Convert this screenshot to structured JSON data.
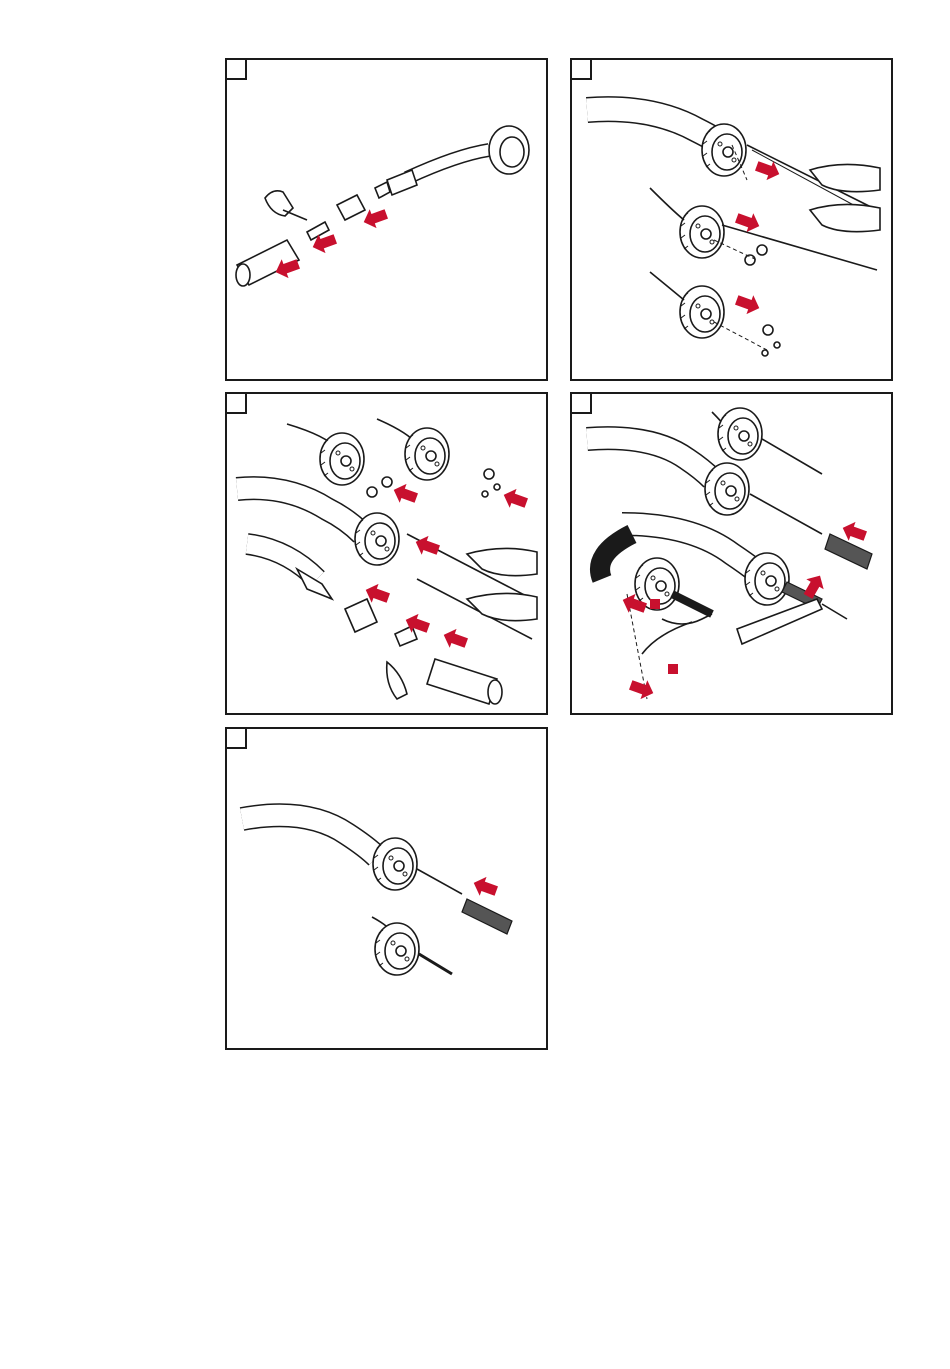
{
  "page": {
    "background": "#ffffff"
  },
  "accent_color": "#c8102e",
  "steps": [
    {
      "id": "p1",
      "label": ""
    },
    {
      "id": "p2",
      "label": ""
    },
    {
      "id": "p3",
      "label": ""
    },
    {
      "id": "p4",
      "label": ""
    },
    {
      "id": "p5",
      "label": ""
    }
  ],
  "icons": [
    "torch-neck-icon",
    "gas-nozzle-icon",
    "contact-tip-icon",
    "wrench-icon",
    "o-ring-icon",
    "liner-icon",
    "hand-icon",
    "arrow-icon",
    "side-cutter-icon",
    "knife-icon"
  ]
}
